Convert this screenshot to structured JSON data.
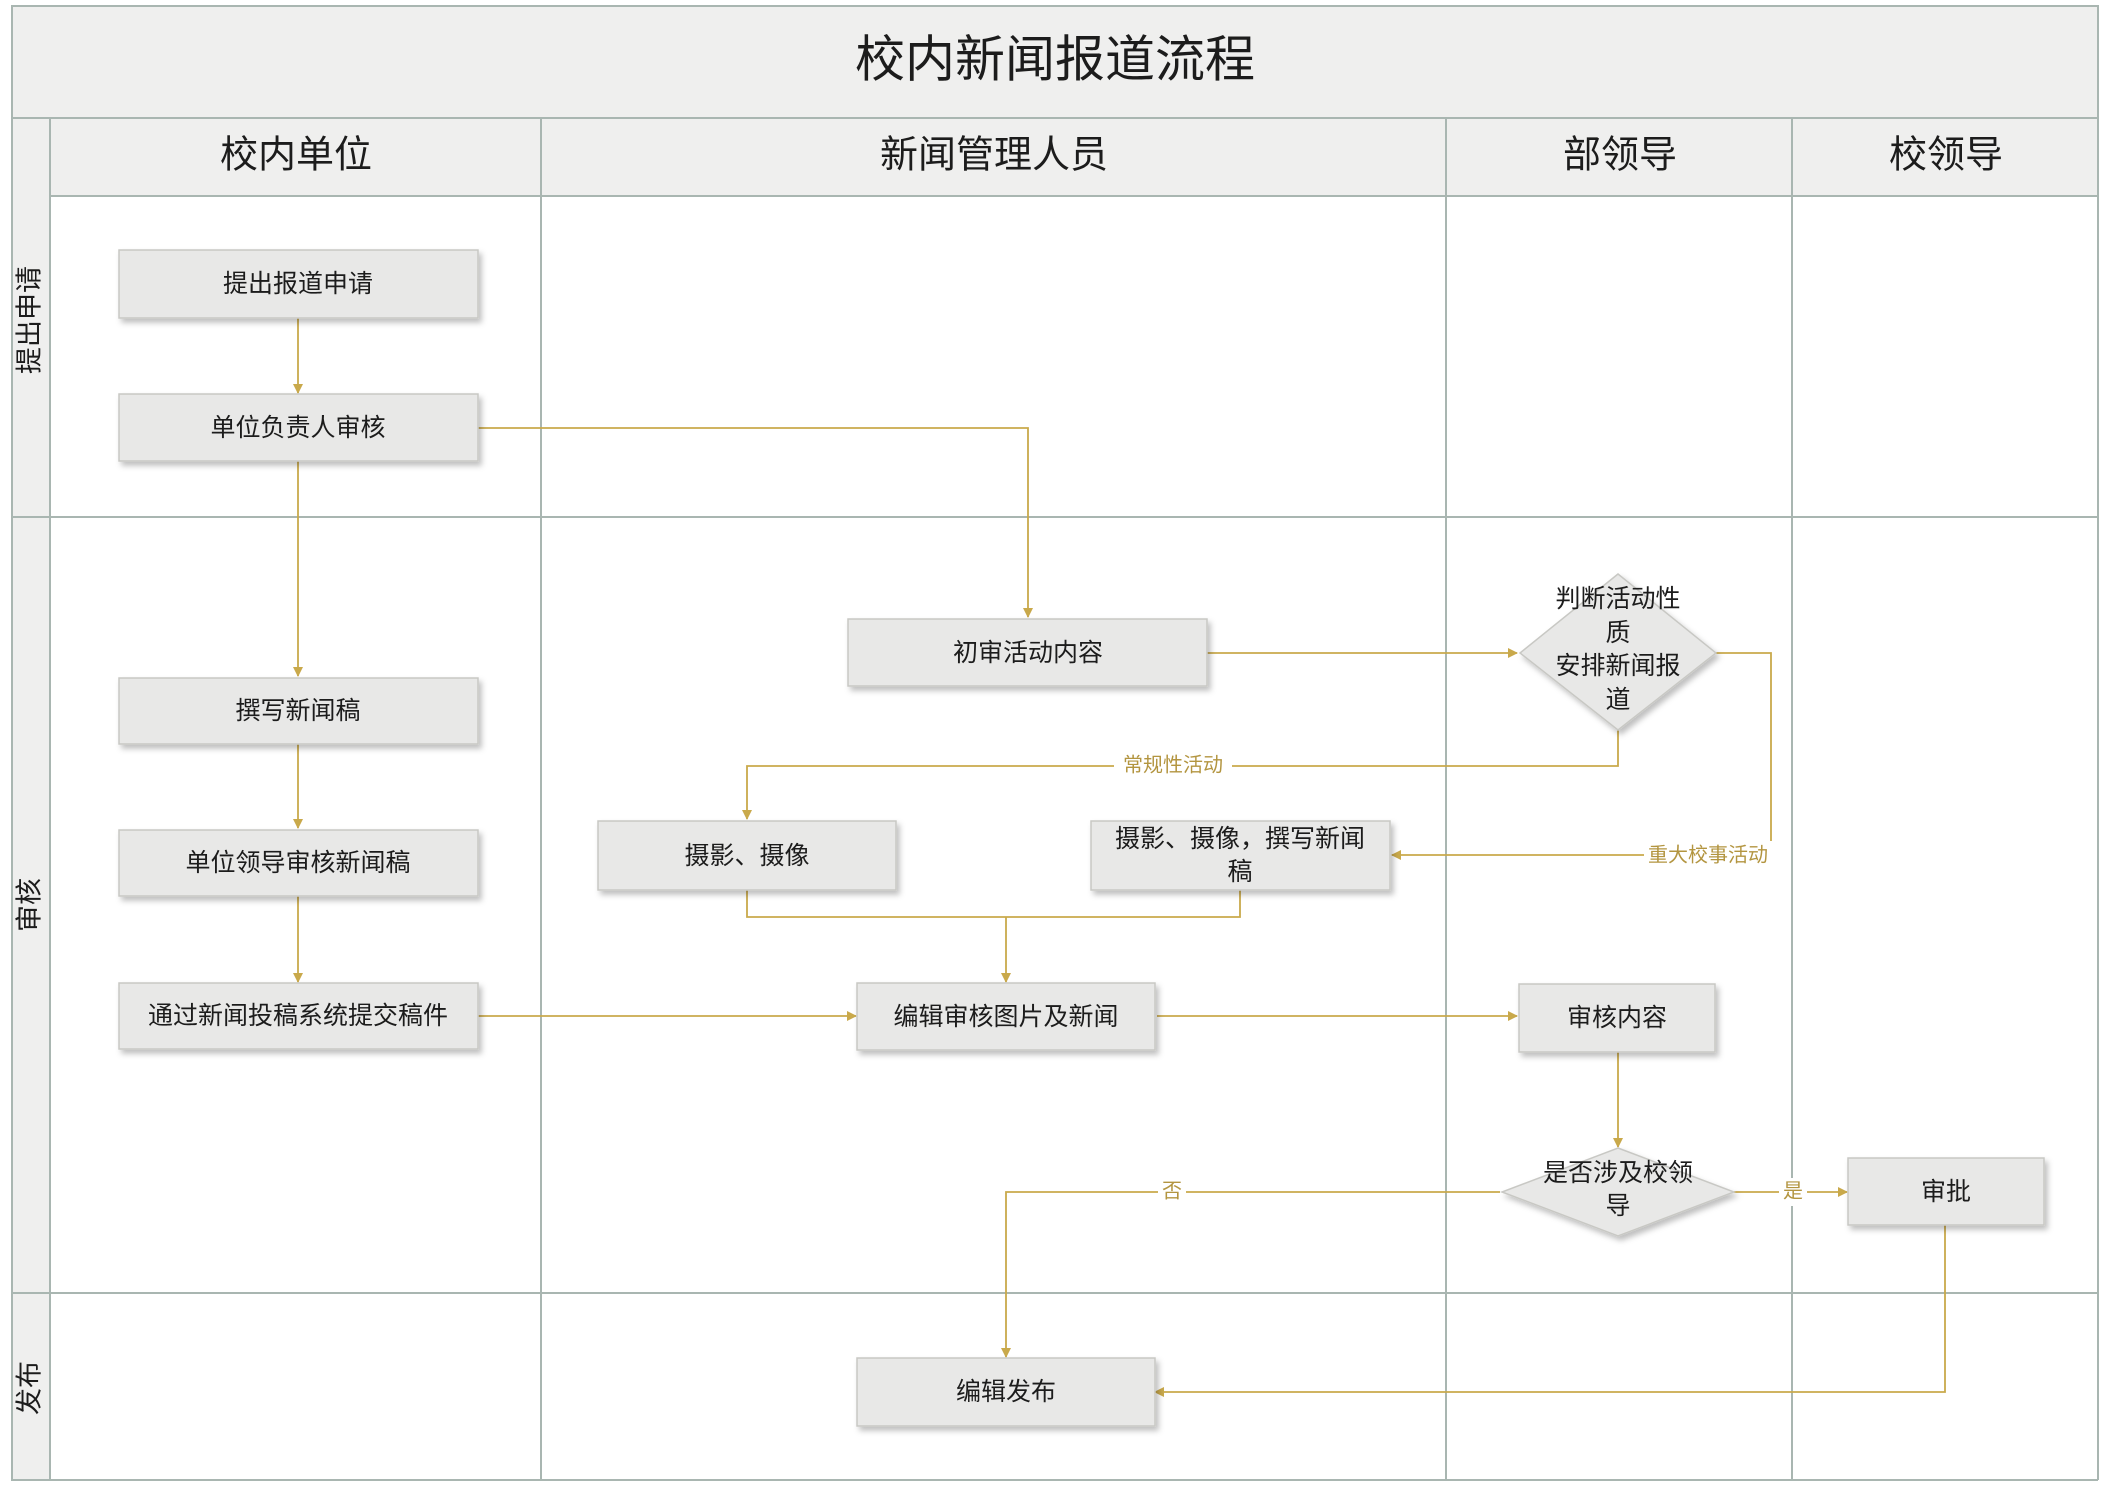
{
  "title": "校内新闻报道流程",
  "lanes": [
    "校内单位",
    "新闻管理人员",
    "部领导",
    "校领导"
  ],
  "phases": [
    "提出申请",
    "审核",
    "发布"
  ],
  "nodes": {
    "apply": "提出报道申请",
    "unit_review": "单位负责人审核",
    "write_draft": "撰写新闻稿",
    "leader_review_draft": "单位领导审核新闻稿",
    "submit_system": "通过新闻投稿系统提交稿件",
    "initial_review": "初审活动内容",
    "judge": [
      "判断活动性",
      "质",
      "安排新闻报",
      "道"
    ],
    "photo_video": "摄影、摄像",
    "photo_video_write": [
      "摄影、摄像，撰写新闻",
      "稿"
    ],
    "edit_review": "编辑审核图片及新闻",
    "review_content": "审核内容",
    "involve_leader": [
      "是否涉及校领",
      "导"
    ],
    "approve": "审批",
    "publish": "编辑发布"
  },
  "edge_labels": {
    "routine": "常规性活动",
    "major": "重大校事活动",
    "no": "否",
    "yes": "是"
  },
  "colors": {
    "edge": "#c9a94b",
    "edge_label": "#b39540",
    "node_fill": "#e8e8e7",
    "header_fill": "#efefee",
    "grid": "#a9b6b1"
  }
}
